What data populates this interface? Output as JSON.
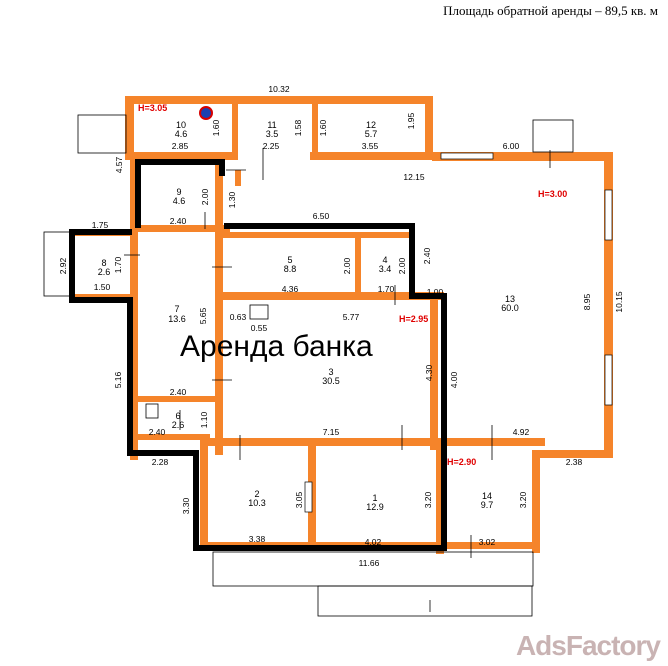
{
  "caption": "Площадь обратной аренды – 89,5 кв. м",
  "rent_label": "Аренда банка",
  "watermark": "AdsFactory",
  "colors": {
    "wall": "#f5842a",
    "rent_border": "#000000",
    "height_mark": "#e00000"
  },
  "rooms": [
    {
      "num": "10",
      "area": "4.6"
    },
    {
      "num": "11",
      "area": "3.5"
    },
    {
      "num": "12",
      "area": "5.7"
    },
    {
      "num": "9",
      "area": "4.6"
    },
    {
      "num": "8",
      "area": "2.6"
    },
    {
      "num": "7",
      "area": "13.6"
    },
    {
      "num": "6",
      "area": "2.6"
    },
    {
      "num": "5",
      "area": "8.8"
    },
    {
      "num": "4",
      "area": "3.4"
    },
    {
      "num": "3",
      "area": "30.5"
    },
    {
      "num": "13",
      "area": "60.0"
    },
    {
      "num": "2",
      "area": "10.3"
    },
    {
      "num": "1",
      "area": "12.9"
    },
    {
      "num": "14",
      "area": "9.7"
    }
  ],
  "dims": [
    "10.32",
    "2.85",
    "1.60",
    "2.25",
    "1.58",
    "1.60",
    "3.55",
    "1.95",
    "6.00",
    "4.57",
    "12.15",
    "2.00",
    "1.30",
    "2.40",
    "6.50",
    "1.75",
    "1.70",
    "1.50",
    "2.92",
    "2.00",
    "2.00",
    "2.40",
    "4.36",
    "1.70",
    "1.00",
    "8.95",
    "10.15",
    "0.63",
    "0.55",
    "5.77",
    "5.65",
    "5.16",
    "4.30",
    "4.00",
    "2.40",
    "1.10",
    "2.40",
    "7.15",
    "4.92",
    "2.28",
    "2.38",
    "3.30",
    "3.05",
    "3.20",
    "3.20",
    "3.38",
    "4.02",
    "3.02",
    "11.66"
  ],
  "heights": [
    "H=3.05",
    "H=3.00",
    "H=2.95",
    "H=2.90"
  ]
}
